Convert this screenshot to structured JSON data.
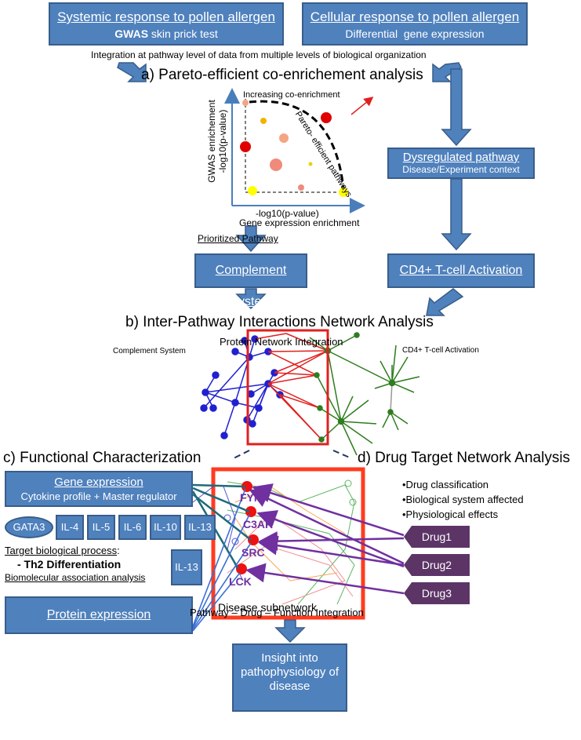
{
  "top": {
    "systemic": {
      "title": "Systemic response to pollen allergen",
      "sub_bold": "GWAS",
      "sub_rest": " skin prick test"
    },
    "cellular": {
      "title": "Cellular response to pollen allergen",
      "sub": "Differential  gene expression"
    },
    "integration_note": "Integration at pathway level of data from multiple levels of biological organization"
  },
  "section_a": {
    "title": "a) Pareto-efficient co-enrichement analysis",
    "plot": {
      "ylabel_line1": "GWAS enrichement",
      "ylabel_line2": "-log10(p-value)",
      "xlabel_line1": "-log10(p-value)",
      "xlabel_line2": "Gene expression enrichment",
      "increasing": "Increasing co-enrichment",
      "pareto_label": "Pareto- efficient pathways"
    },
    "dysregulated": {
      "title": "Dysregulated pathway",
      "sub": "Disease/Experiment context"
    },
    "prioritized": "Prioritized Pathway",
    "complement_box": "Complement System",
    "cd4_box": "CD4+ T-cell Activation"
  },
  "section_b": {
    "title": "b) Inter-Pathway Interactions Network Analysis",
    "protein_integration": "Protein Network Integration",
    "left_label": "Complement System",
    "right_label": "CD4+ T-cell Activation"
  },
  "section_c": {
    "title": "c) Functional Characterization",
    "gene_expression": {
      "title": "Gene expression",
      "sub": "Cytokine profile + Master regulator"
    },
    "cytokines": [
      "GATA3",
      "IL-4",
      "IL-5",
      "IL-6",
      "IL-10",
      "IL-13"
    ],
    "target_label": "Target biological process",
    "target_colon": ":",
    "th2": "- Th2 Differentiation",
    "biomolecular": "Biomolecular association analysis",
    "il13_side": "IL-13",
    "protein_expression": "Protein expression"
  },
  "section_d": {
    "title": "d) Drug Target Network Analysis",
    "bullets": [
      "•Drug classification",
      "•Biological system affected",
      "•Physiological effects"
    ],
    "genes": [
      "FYN",
      "C3AR",
      "SRC",
      "LCK"
    ],
    "drugs": [
      "Drug1",
      "Drug2",
      "Drug3"
    ],
    "subnetwork": "Disease subnetwork"
  },
  "bottom": {
    "integration": "Pathway – Drug – Function Integration",
    "insight": "Insight into pathophysiology of disease"
  }
}
